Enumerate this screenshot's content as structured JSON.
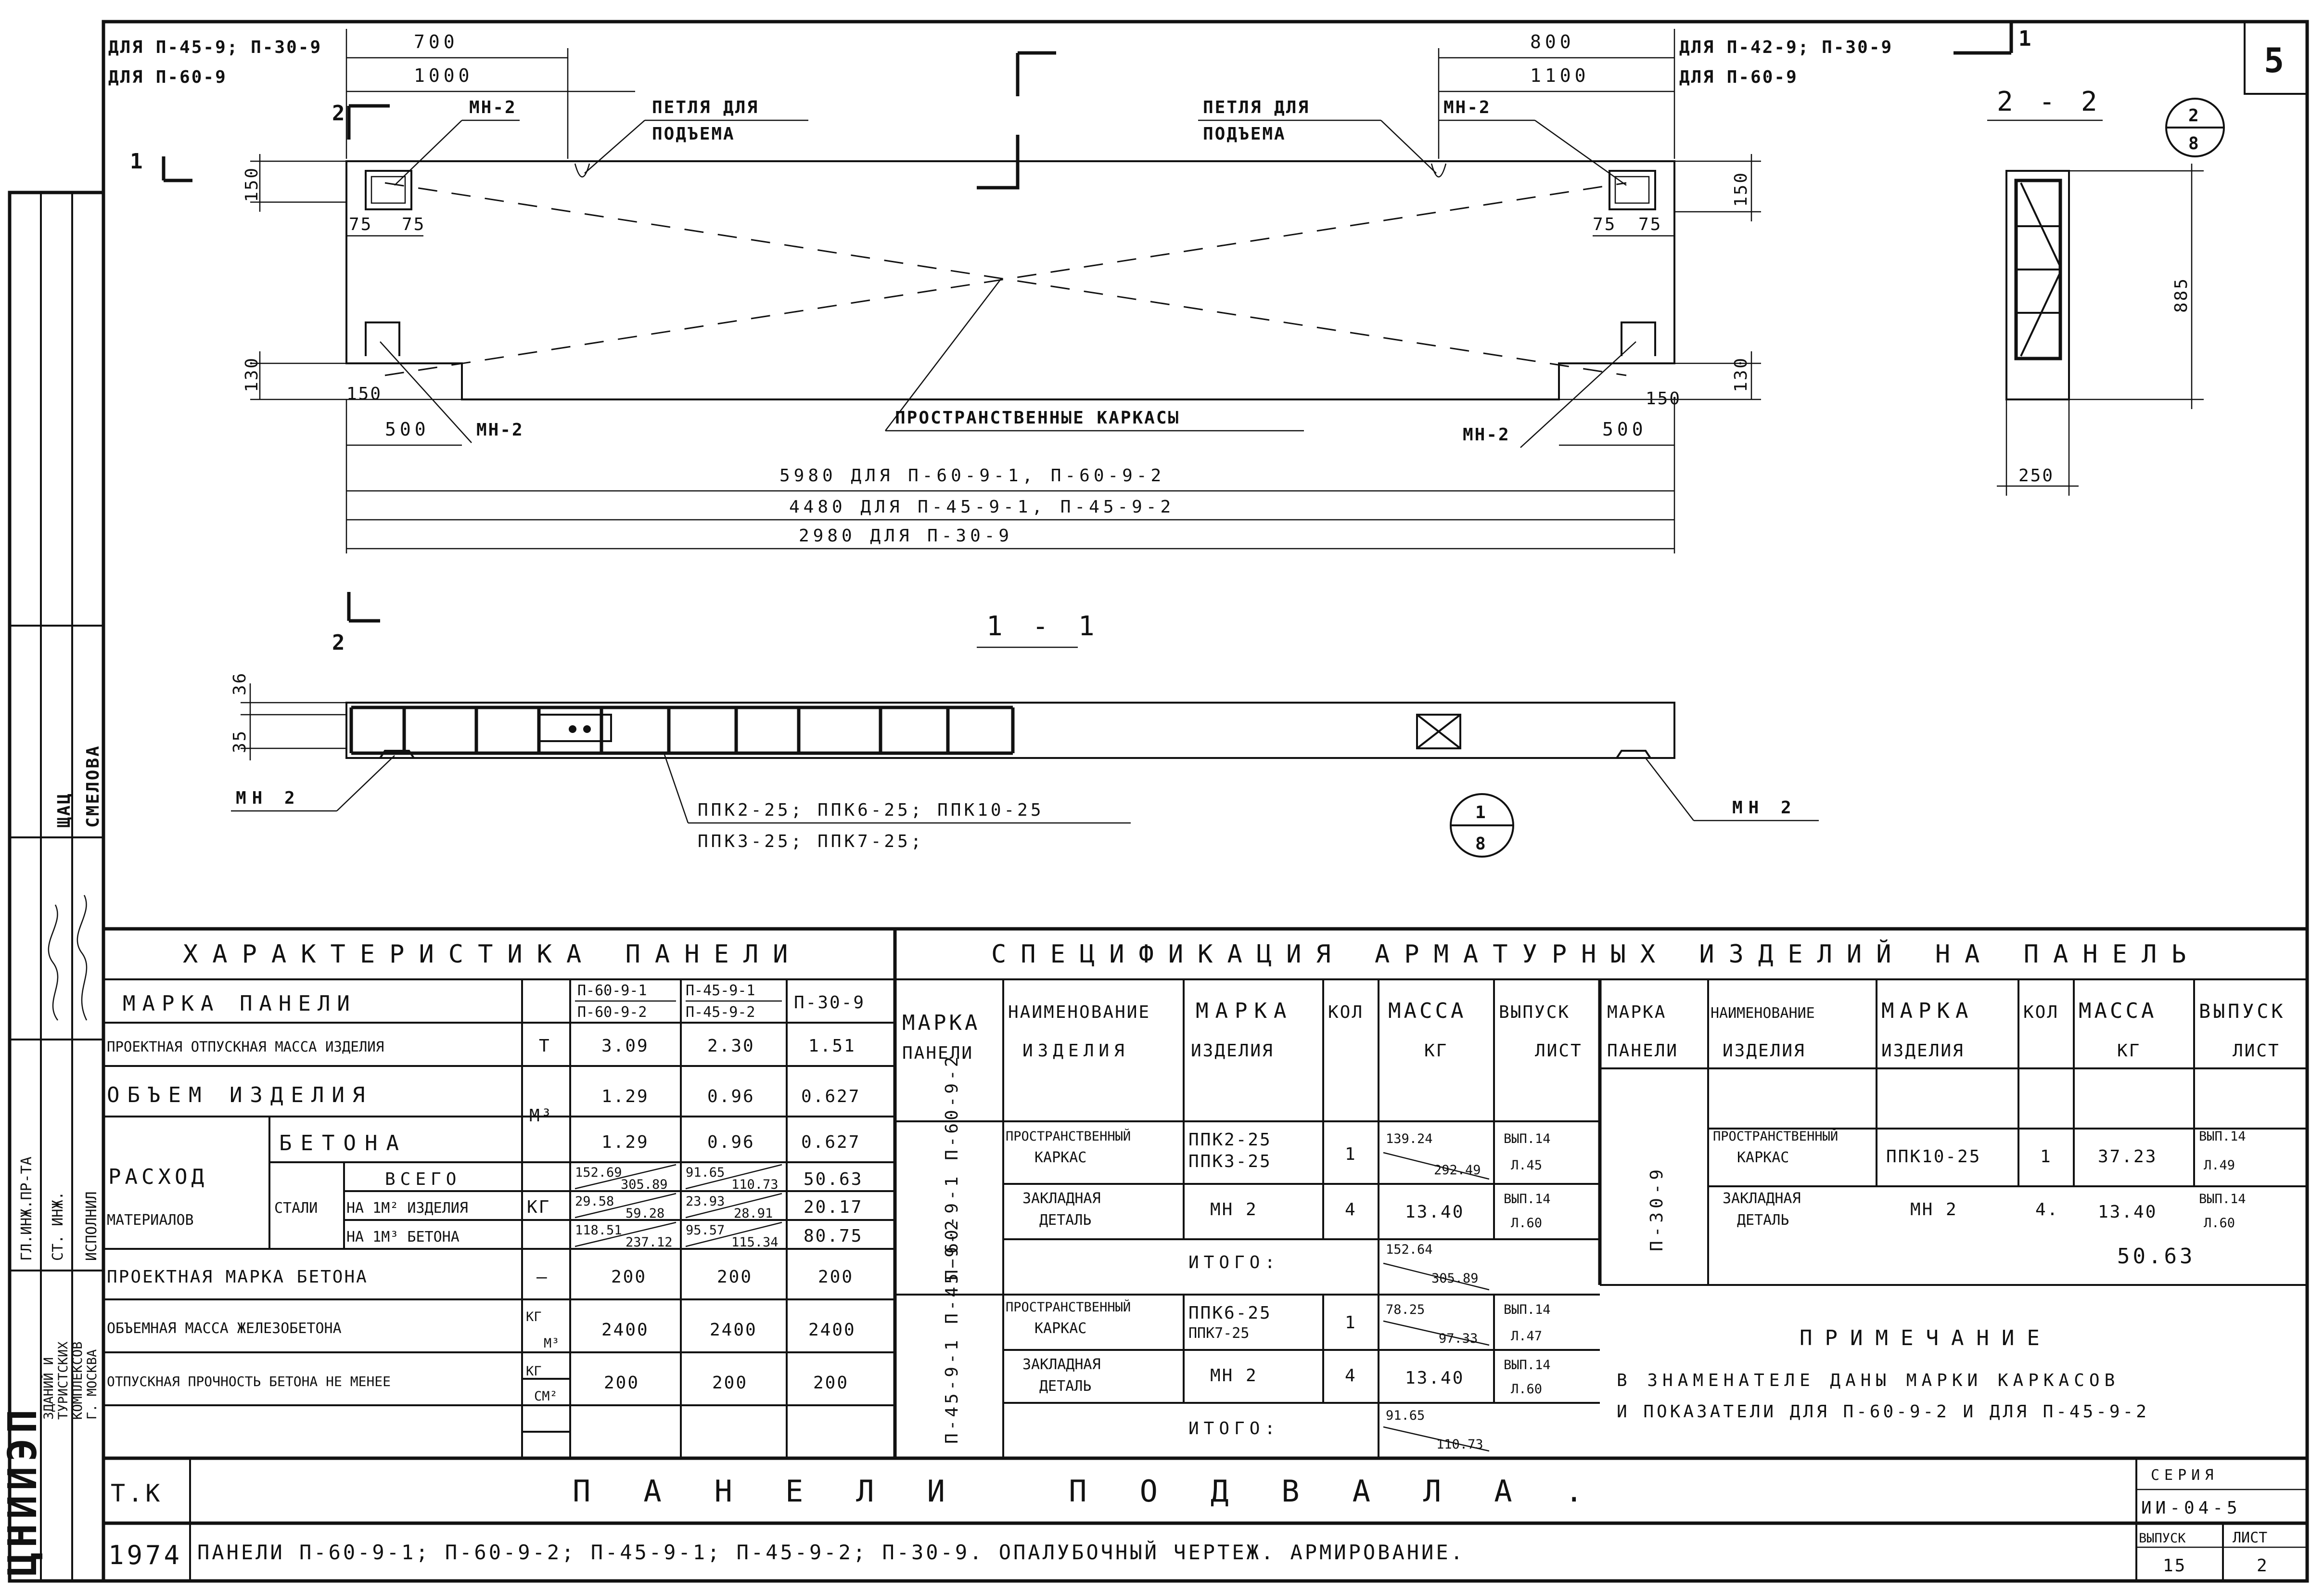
{
  "sheet_number": "5",
  "drawing": {
    "top_left_dims": {
      "label_a": "ДЛЯ П-45-9; П-30-9",
      "value_a": "700",
      "label_b": "ДЛЯ П-60-9",
      "value_b": "1000"
    },
    "top_right_dims": {
      "label_a": "ДЛЯ П-42-9; П-30-9",
      "value_a": "800",
      "label_b": "ДЛЯ П-60-9",
      "value_b": "1100"
    },
    "mn2": "МН-2",
    "mn2_b": "МН 2",
    "lifting_loop_1": "ПЕТЛЯ ДЛЯ",
    "lifting_loop_2": "ПОДЪЕМА",
    "spatial_frames": "ПРОСТРАНСТВЕННЫЕ КАРКАСЫ",
    "dims": {
      "d150": "150",
      "d130": "130",
      "d75": "75",
      "d500": "500",
      "d885": "885",
      "d250": "250",
      "d36": "36",
      "d35": "35"
    },
    "length_1": "5980 ДЛЯ П-60-9-1, П-60-9-2",
    "length_2": "4480 ДЛЯ П-45-9-1, П-45-9-2",
    "length_3": "2980 ДЛЯ П-30-9",
    "cut_1": "1",
    "cut_2": "2",
    "section_11": "1 - 1",
    "section_22": "2 - 2",
    "circle_a_top": "1",
    "circle_a_bottom": "8",
    "circle_b_top": "2",
    "circle_b_bottom": "8",
    "frames_line_1": "ППК2-25; ППК6-25; ППК10-25",
    "frames_line_2": "ППК3-25; ППК7-25;"
  },
  "characteristic": {
    "title": "ХАРАКТЕРИСТИКА ПАНЕЛИ",
    "mark_label": "МАРКА ПАНЕЛИ",
    "col1_a": "П-60-9-1",
    "col1_b": "П-60-9-2",
    "col2_a": "П-45-9-1",
    "col2_b": "П-45-9-2",
    "col3": "П-30-9",
    "rows": {
      "mass": {
        "label": "ПРОЕКТНАЯ ОТПУСКНАЯ МАССА ИЗДЕЛИЯ",
        "unit": "Т",
        "v1": "3.09",
        "v2": "2.30",
        "v3": "1.51"
      },
      "volume": {
        "label": "ОБЪЕМ ИЗДЕЛИЯ",
        "unit": "М³",
        "v1": "1.29",
        "v2": "0.96",
        "v3": "0.627"
      },
      "concrete": {
        "label": "БЕТОНА",
        "v1": "1.29",
        "v2": "0.96",
        "v3": "0.627"
      },
      "steel_total": {
        "label": "ВСЕГО",
        "v1a": "152.69",
        "v1b": "305.89",
        "v2a": "91.65",
        "v2b": "110.73",
        "v3": "50.63"
      },
      "steel_m2": {
        "label": "НА 1М² ИЗДЕЛИЯ",
        "v1a": "29.58",
        "v1b": "59.28",
        "v2a": "23.93",
        "v2b": "28.91",
        "v3": "20.17"
      },
      "steel_m3": {
        "label": "НА 1М³ БЕТОНА",
        "v1a": "118.51",
        "v1b": "237.12",
        "v2a": "95.57",
        "v2b": "115.34",
        "v3": "80.75"
      },
      "grade": {
        "label": "ПРОЕКТНАЯ МАРКА БЕТОНА",
        "unit": "—",
        "v1": "200",
        "v2": "200",
        "v3": "200"
      },
      "density": {
        "label": "ОБЪЕМНАЯ МАССА ЖЕЛЕЗОБЕТОНА",
        "unit_a": "КГ",
        "unit_b": "М³",
        "v1": "2400",
        "v2": "2400",
        "v3": "2400"
      },
      "strength": {
        "label": "ОТПУСКНАЯ ПРОЧНОСТЬ БЕТОНА НЕ МЕНЕЕ",
        "unit_a": "КГ",
        "unit_b": "СМ²",
        "v1": "200",
        "v2": "200",
        "v3": "200"
      }
    },
    "consumption_1": "РАСХОД",
    "consumption_2": "МАТЕРИАЛОВ",
    "steel": "СТАЛИ",
    "kg": "КГ"
  },
  "specification": {
    "title": "СПЕЦИФИКАЦИЯ АРМАТУРНЫХ ИЗДЕЛИЙ НА ПАНЕЛЬ",
    "h_mark_1": "МАРКА",
    "h_mark_2": "ПАНЕЛИ",
    "h_name_1": "НАИМЕНОВАНИЕ",
    "h_name_2": "ИЗДЕЛИЯ",
    "h_prod_1": "МАРКА",
    "h_prod_2": "ИЗДЕЛИЯ",
    "h_qty": "КОЛ",
    "h_mass_1": "МАССА",
    "h_mass_2": "КГ",
    "h_issue_1": "ВЫПУСК",
    "h_issue_2": "ЛИСТ",
    "frame_1": "ПРОСТРАНСТВЕННЫЙ",
    "frame_2": "КАРКАС",
    "embed_1": "ЗАКЛАДНАЯ",
    "embed_2": "ДЕТАЛЬ",
    "total": "ИТОГО:",
    "g1_mark": "П-60-9-1  П-60-9-2",
    "g1": {
      "frame_mark_a": "ППК2-25",
      "frame_mark_b": "ППК3-25",
      "frame_qty": "1",
      "frame_mass_a": "139.24",
      "frame_mass_b": "292.49",
      "frame_issue_a": "ВЫП.14",
      "frame_issue_b": "Л.45",
      "embed_mark": "МН 2",
      "embed_qty": "4",
      "embed_mass": "13.40",
      "embed_issue_a": "ВЫП.14",
      "embed_issue_b": "Л.60",
      "total_a": "152.64",
      "total_b": "305.89"
    },
    "g2_mark": "П-45-9-1  П-45-9-2",
    "g2": {
      "frame_mark_a": "ППК6-25",
      "frame_mark_b": "ППК7-25",
      "frame_qty": "1",
      "frame_mass_a": "78.25",
      "frame_mass_b": "97.33",
      "frame_issue_a": "ВЫП.14",
      "frame_issue_b": "Л.47",
      "embed_mark": "МН 2",
      "embed_qty": "4",
      "embed_mass": "13.40",
      "embed_issue_a": "ВЫП.14",
      "embed_issue_b": "Л.60",
      "total_a": "91.65",
      "total_b": "110.73"
    },
    "g3_mark": "П-30-9",
    "g3": {
      "frame_mark": "ППК10-25",
      "frame_qty": "1",
      "frame_mass": "37.23",
      "frame_issue_a": "ВЫП.14",
      "frame_issue_b": "Л.49",
      "embed_mark": "МН 2",
      "embed_qty": "4.",
      "embed_mass": "13.40",
      "embed_issue_a": "ВЫП.14",
      "embed_issue_b": "Л.60",
      "total": "50.63"
    }
  },
  "note": {
    "title": "ПРИМЕЧАНИЕ",
    "line_1": "В ЗНАМЕНАТЕЛЕ ДАНЫ МАРКИ КАРКАСОВ",
    "line_2": "И ПОКАЗАТЕЛИ ДЛЯ П-60-9-2 И ДЛЯ П-45-9-2"
  },
  "title_block": {
    "tk": "Т.К",
    "title": "ПАНЕЛИ ПОДВАЛА.",
    "year": "1974",
    "subtitle": "ПАНЕЛИ П-60-9-1; П-60-9-2; П-45-9-1; П-45-9-2; П-30-9. ОПАЛУБОЧНЫЙ ЧЕРТЕЖ. АРМИРОВАНИЕ.",
    "series_label": "СЕРИЯ",
    "series_value": "ИИ-04-5",
    "issue_label": "ВЫПУСК",
    "issue_value": "15",
    "sheet_label": "ЛИСТ",
    "sheet_value": "2"
  },
  "side_stamp": {
    "org": "ЦНИИЭП",
    "org_sub_1": "ЗДАНИЙ И",
    "org_sub_2": "ТУРИСТСКИХ",
    "org_sub_3": "КОМПЛЕКСОВ",
    "org_sub_4": "Г. МОСКВА",
    "role_1": "ГЛ.ИНЖ.ПР-ТА",
    "role_2": "СТ. ИНЖ.",
    "role_3": "ИСПОЛНИЛ",
    "name_1": "ЩАЦ",
    "name_2": "СМЕЛОВА"
  }
}
